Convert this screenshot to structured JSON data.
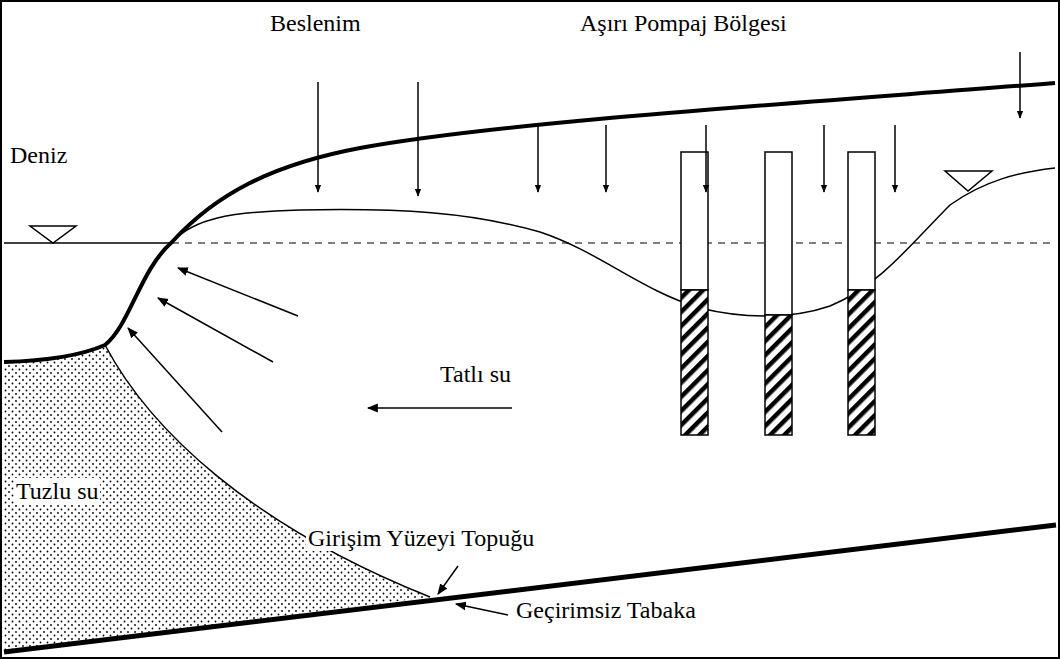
{
  "diagram": {
    "labels": [
      "Beslenim",
      "Aşırı Pompaj Bölgesi",
      "Deniz",
      "Tatlı su",
      "Tuzlu su",
      "Girişim Yüzeyi Topuğu",
      "Geçirimsiz Tabaka"
    ]
  }
}
